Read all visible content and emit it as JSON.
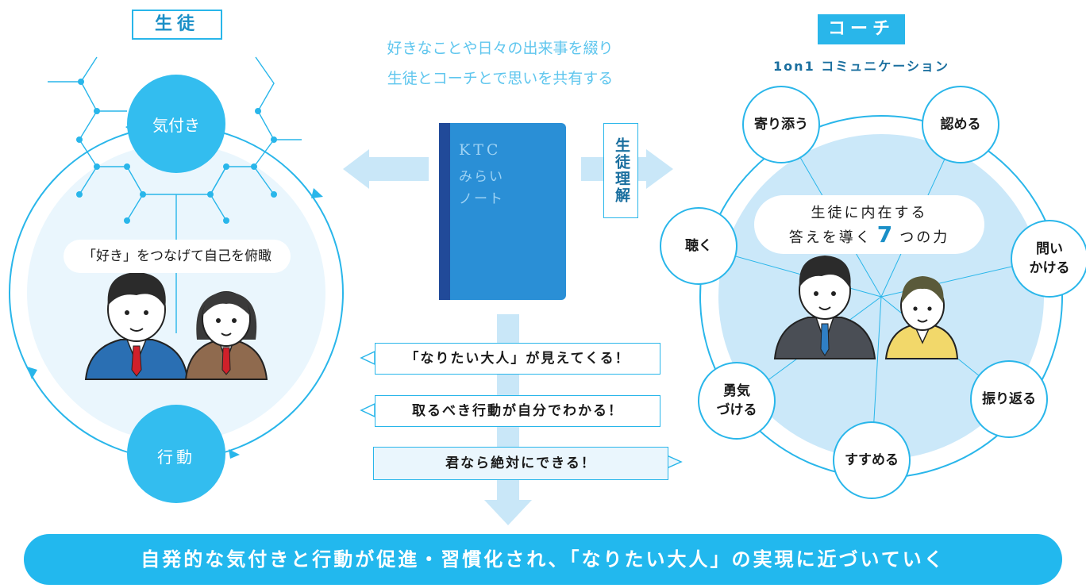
{
  "student": {
    "tag": "生徒",
    "awareness": "気付き",
    "action": "行動",
    "center_text": "「好き」をつなげて自己を俯瞰"
  },
  "notebook": {
    "caption_line1": "好きなことや日々の出来事を綴り",
    "caption_line2": "生徒とコーチとで思いを共有する",
    "cover_line1": "KTC",
    "cover_line2": "みらい",
    "cover_line3": "ノート",
    "understanding": "生徒理解"
  },
  "coach": {
    "tag": "コーチ",
    "subtitle": "1on1 コミュニケーション",
    "center_line1": "生徒に内在する",
    "center_line2_prefix": "答えを導く",
    "center_number": "7",
    "center_line2_suffix": "つの力",
    "skills": [
      "寄り添う",
      "認める",
      "問い\nかける",
      "振り返る",
      "すすめる",
      "勇気\nづける",
      "聴く"
    ]
  },
  "messages": [
    "「なりたい大人」が見えてくる！",
    "取るべき行動が自分でわかる！",
    "君なら絶対にできる！"
  ],
  "banner": "自発的な気付きと行動が促進・習慣化され、「なりたい大人」の実現に近づいていく",
  "colors": {
    "accent": "#29b6ea",
    "light": "#d6eefb",
    "pale": "#eaf6fd"
  }
}
